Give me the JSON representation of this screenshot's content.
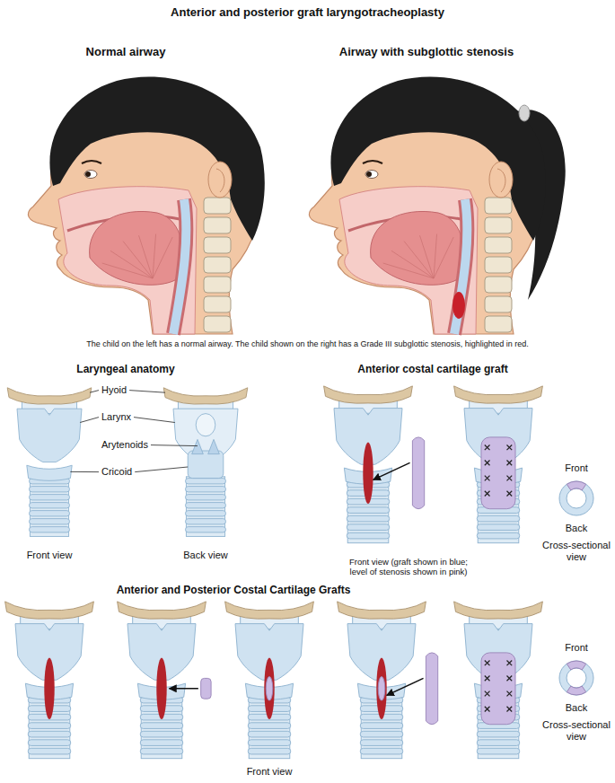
{
  "diagram": {
    "title": "Anterior and posterior graft laryngotracheoplasty",
    "caption": "The child on the left has a normal airway. The child shown on the right has a Grade III subglottic stenosis, highlighted in red.",
    "labels": [
      "Normal airway",
      "Airway with subglottic stenosis",
      "Laryngeal anatomy",
      "Hyoid",
      "Larynx",
      "Arytenoids",
      "Cricoid",
      "Front view",
      "Back view",
      "Anterior costal cartilage graft",
      "Front",
      "Back",
      "Cross-sectional view",
      "Front view (graft shown in blue; level of stenosis shown in pink)",
      "Anterior and Posterior Costal Cartilage Grafts",
      "Front",
      "Back",
      "Cross-sectional view",
      "Front view"
    ]
  }
}
